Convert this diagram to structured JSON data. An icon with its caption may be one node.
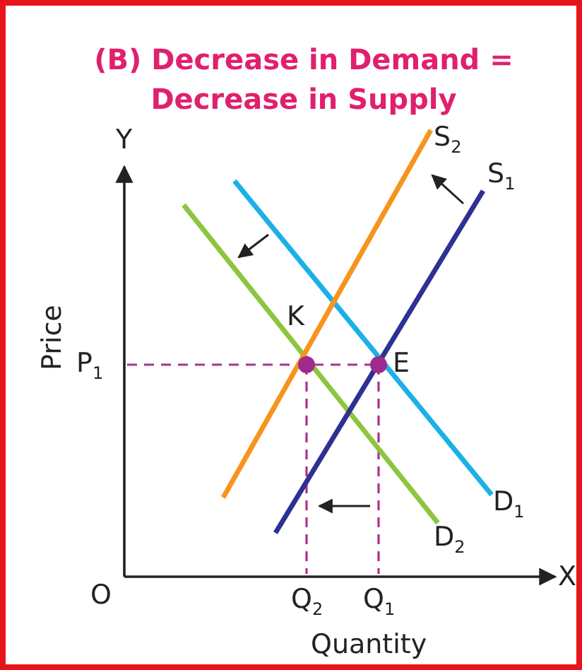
{
  "diagram": {
    "title": "(B) Decrease in Demand = Decrease in Supply",
    "labels": [
      "Y",
      "S$_{2}$",
      "S$_{1}$",
      "K",
      "E",
      "Price",
      "P$_{1}$",
      "D$_{1}$",
      "D$_{2}$",
      "O",
      "X",
      "Q$_{2}$",
      "Q$_{1}$",
      "Quantity"
    ]
  }
}
